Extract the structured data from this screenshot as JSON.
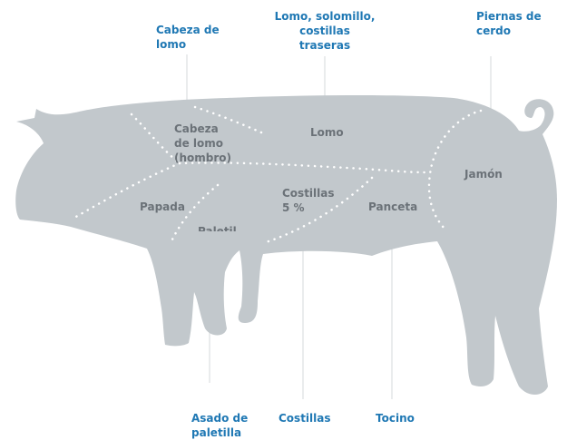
{
  "colors": {
    "body": "#c2c8cc",
    "dots": "#ffffff",
    "leader": "#d4d8db",
    "callout_text": "#1f78b4",
    "cut_text": "#6b7278"
  },
  "callouts": {
    "cabeza_lomo": [
      "Cabeza de",
      "lomo"
    ],
    "lomo_solomillo": [
      "Lomo, solomillo,",
      "costillas",
      "traseras"
    ],
    "piernas": [
      "Piernas de",
      "cerdo"
    ],
    "asado_paletilla": [
      "Asado de",
      "paletilla"
    ],
    "costillas": "Costillas",
    "tocino": "Tocino"
  },
  "cuts": {
    "cabeza_lomo_hombro": [
      "Cabeza",
      "de lomo",
      "(hombro)"
    ],
    "lomo": "Lomo",
    "jamon": "Jamón",
    "papada": "Papada",
    "costillas": [
      "Costillas",
      "5 %"
    ],
    "panceta": "Panceta",
    "paletilla_partial": "Paletil"
  }
}
